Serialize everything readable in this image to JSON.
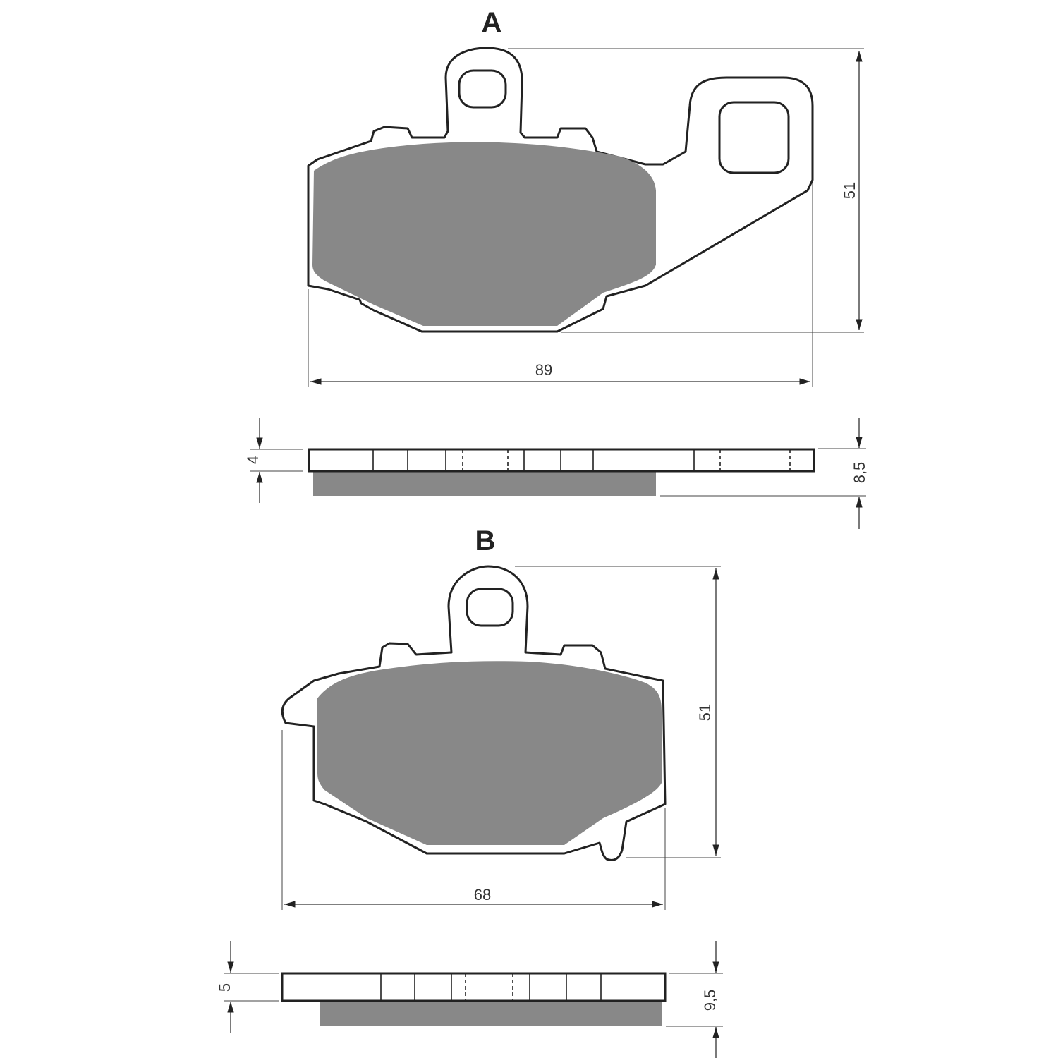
{
  "pads": [
    {
      "label": "A",
      "width": "89",
      "height": "51",
      "plate_thickness": "4",
      "total_thickness": "8,5"
    },
    {
      "label": "B",
      "width": "68",
      "height": "51",
      "plate_thickness": "5",
      "total_thickness": "9,5"
    }
  ],
  "colors": {
    "friction": "#888888",
    "outline": "#222222"
  }
}
